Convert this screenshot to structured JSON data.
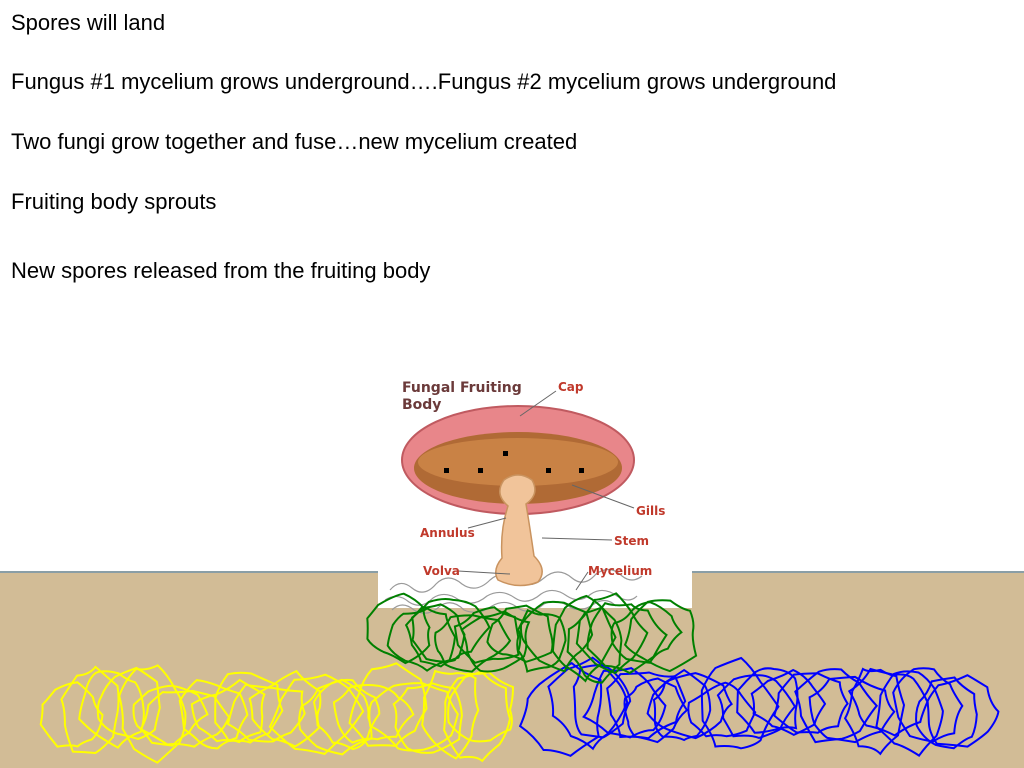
{
  "steps": [
    "Spores will land",
    "Fungus #1 mycelium grows underground….Fungus #2 mycelium grows underground",
    "Two fungi grow together and fuse…new mycelium created",
    "Fruiting body sprouts",
    "New spores released from the fruiting body"
  ],
  "figure": {
    "title_line1": "Fungal Fruiting",
    "title_line2": "Body",
    "labels": {
      "cap": "Cap",
      "gills": "Gills",
      "annulus": "Annulus",
      "stem": "Stem",
      "volva": "Volva",
      "mycelium": "Mycelium"
    }
  },
  "colors": {
    "soil": "#d2bc96",
    "fungus1_mycelium": "#ffff00",
    "fungus2_mycelium": "#0000ff",
    "fused_mycelium": "#008000",
    "label_text": "#c0392b",
    "title_text": "#6b3a3a",
    "cap": "#e8868a",
    "gills": "#b06a35",
    "stem": "#f1c49a"
  }
}
